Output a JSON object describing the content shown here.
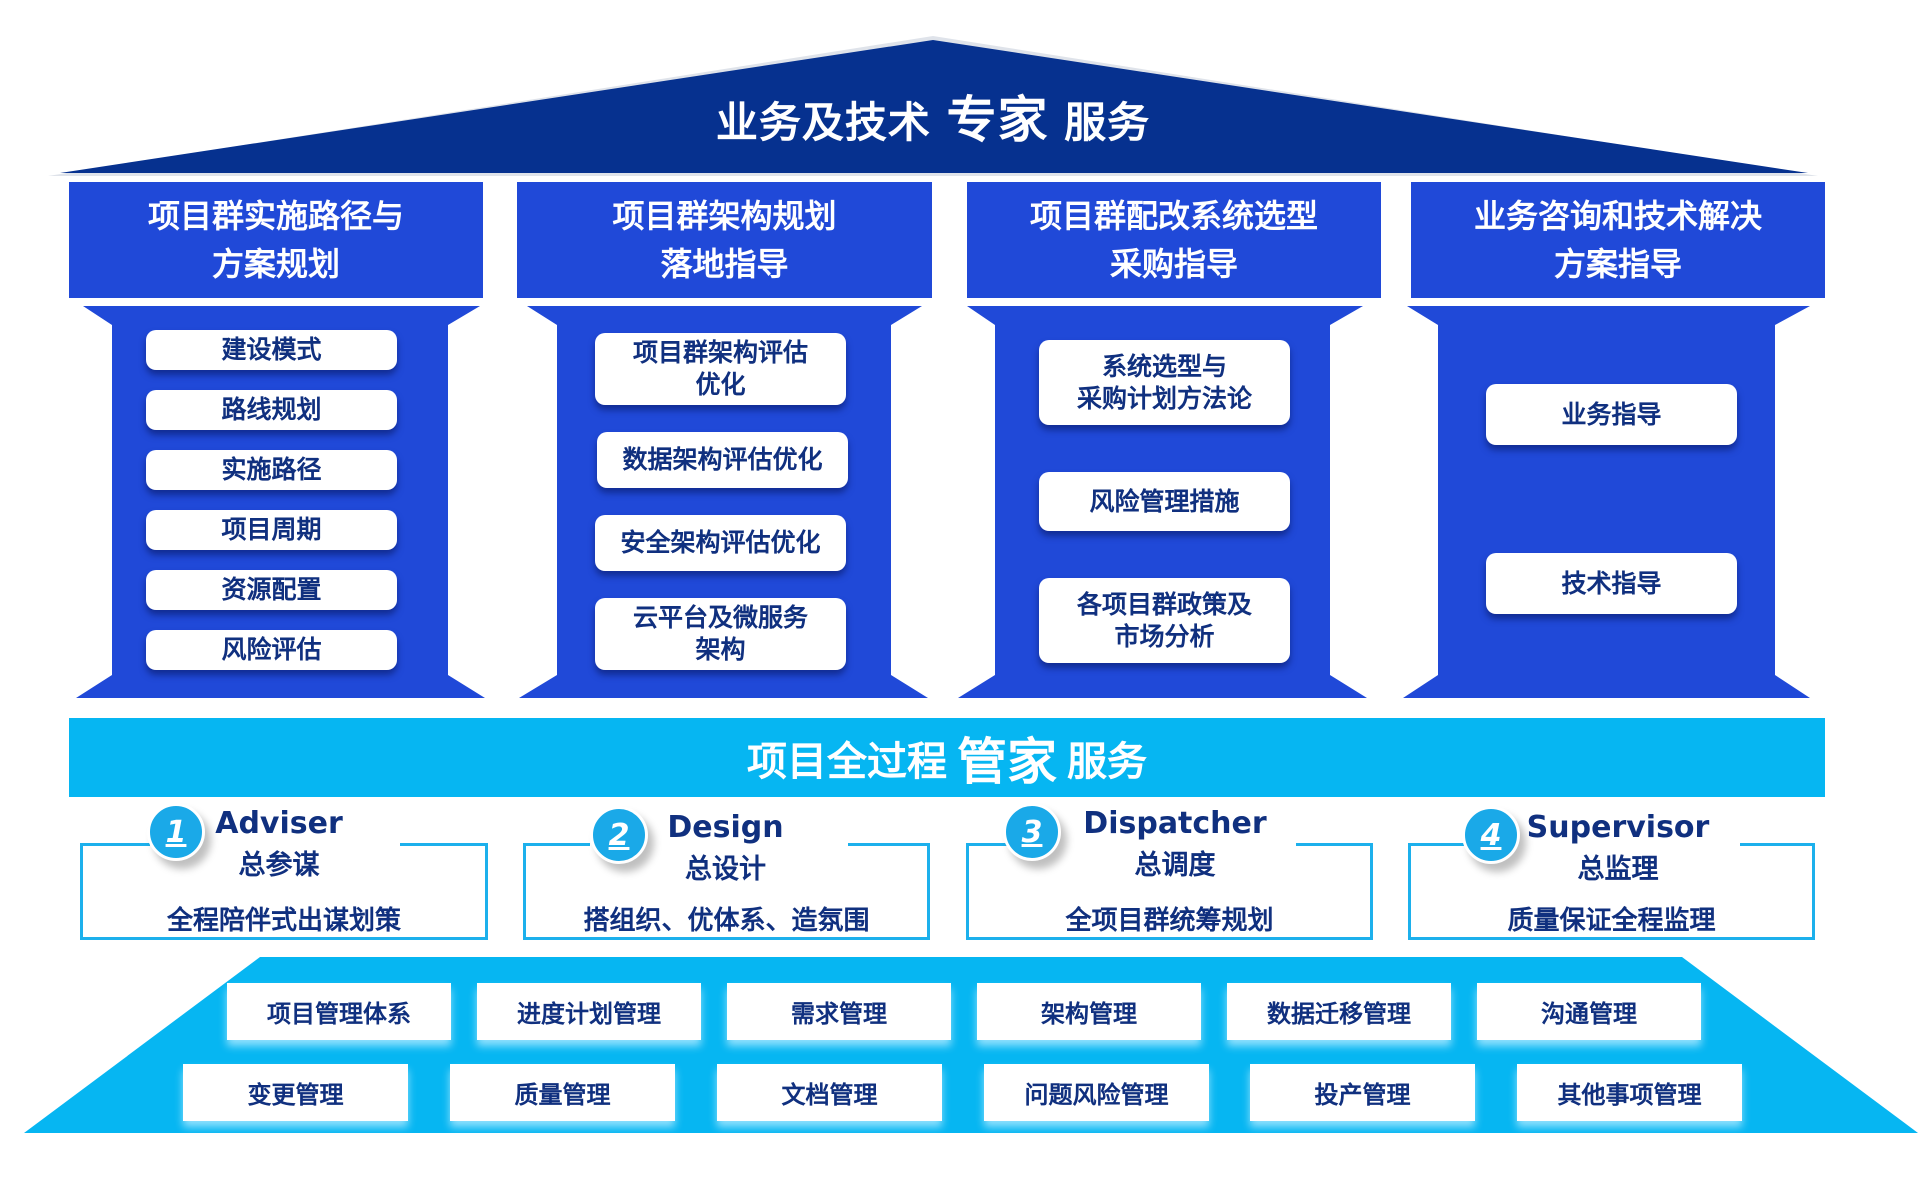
{
  "colors": {
    "roof": "#06318f",
    "pillar": "#2049d8",
    "band": "#06b6f2",
    "item_text": "#10307f",
    "role_outline": "#1cb0ec"
  },
  "roof": {
    "title_prefix": "业务及技术",
    "title_emphasis": "专家",
    "title_suffix": "服务"
  },
  "pillars": [
    {
      "title_lines": [
        "项目群实施路径与",
        "方案规划"
      ],
      "items": [
        {
          "lines": [
            "建设模式"
          ]
        },
        {
          "lines": [
            "路线规划"
          ]
        },
        {
          "lines": [
            "实施路径"
          ]
        },
        {
          "lines": [
            "项目周期"
          ]
        },
        {
          "lines": [
            "资源配置"
          ]
        },
        {
          "lines": [
            "风险评估"
          ]
        }
      ]
    },
    {
      "title_lines": [
        "项目群架构规划",
        "落地指导"
      ],
      "items": [
        {
          "lines": [
            "项目群架构评估",
            "优化"
          ]
        },
        {
          "lines": [
            "数据架构评估优化"
          ]
        },
        {
          "lines": [
            "安全架构评估优化"
          ]
        },
        {
          "lines": [
            "云平台及微服务",
            "架构"
          ]
        }
      ]
    },
    {
      "title_lines": [
        "项目群配改系统选型",
        "采购指导"
      ],
      "items": [
        {
          "lines": [
            "系统选型与",
            "采购计划方法论"
          ]
        },
        {
          "lines": [
            "风险管理措施"
          ]
        },
        {
          "lines": [
            "各项目群政策及",
            "市场分析"
          ]
        }
      ]
    },
    {
      "title_lines": [
        "业务咨询和技术解决",
        "方案指导"
      ],
      "items": [
        {
          "lines": [
            "业务指导"
          ]
        },
        {
          "lines": [
            "技术指导"
          ]
        }
      ]
    }
  ],
  "band": {
    "title_prefix": "项目全过程",
    "title_emphasis": "管家",
    "title_suffix": "服务"
  },
  "roles": [
    {
      "number": "1",
      "name_en": "Adviser",
      "name_cn": "总参谋",
      "description": "全程陪伴式出谋划策"
    },
    {
      "number": "2",
      "name_en": "Design",
      "name_cn": "总设计",
      "description": "搭组织、优体系、造氛围"
    },
    {
      "number": "3",
      "name_en": "Dispatcher",
      "name_cn": "总调度",
      "description": "全项目群统筹规划"
    },
    {
      "number": "4",
      "name_en": "Supervisor",
      "name_cn": "总监理",
      "description": "质量保证全程监理"
    }
  ],
  "base": {
    "row1": [
      "项目管理体系",
      "进度计划管理",
      "需求管理",
      "架构管理",
      "数据迁移管理",
      "沟通管理"
    ],
    "row2": [
      "变更管理",
      "质量管理",
      "文档管理",
      "问题风险管理",
      "投产管理",
      "其他事项管理"
    ]
  }
}
